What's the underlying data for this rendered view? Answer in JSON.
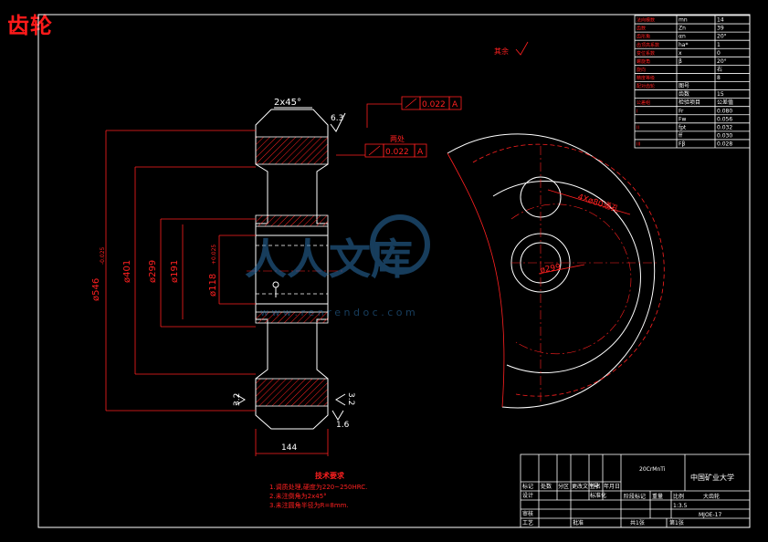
{
  "title": "齿轮",
  "dims": {
    "chamfer": "2x45°",
    "roughness_top": "6.3",
    "tol_top": "0.022",
    "datum": "A",
    "both_sides": "两处",
    "tol_mid": "0.022",
    "dia_546": "ø546",
    "dia_546_tol": "-0.025",
    "dia_401": "ø401",
    "dia_299": "ø299",
    "dia_191": "ø191",
    "dia_118": "ø118",
    "dia_118_tol": "+0.025",
    "width": "144",
    "rough_left": "3.2",
    "rough_right": "3.2",
    "rough_bottom": "1.6",
    "other": "其余",
    "holes": "4Xø80通孔",
    "pcd": "ø299"
  },
  "tech": {
    "heading": "技术要求",
    "lines": [
      "1.调质处理,硬度为220~250HRC.",
      "2.未注倒角为2x45°",
      "3.未注圆角半径为R=8mm."
    ]
  },
  "param_table": {
    "rows": [
      [
        "法向模数",
        "mn",
        "14"
      ],
      [
        "齿数",
        "Zn",
        "39"
      ],
      [
        "齿形角",
        "αn",
        "20°"
      ],
      [
        "齿顶高系数",
        "ha*",
        "1"
      ],
      [
        "变位系数",
        "x",
        "0"
      ],
      [
        "螺旋角",
        "β",
        "20°"
      ],
      [
        "旋向",
        "",
        "右"
      ],
      [
        "精度等级",
        "",
        "8"
      ],
      [
        "配对齿轮",
        "图号",
        ""
      ],
      [
        "",
        "齿数",
        "15"
      ],
      [
        "公差组",
        "检验项目",
        "公差值"
      ],
      [
        "I",
        "Fr",
        "0.080"
      ],
      [
        "",
        "Fw",
        "0.056"
      ],
      [
        "II",
        "fpt",
        "0.032"
      ],
      [
        "",
        "ff",
        "0.030"
      ],
      [
        "III",
        "Fβ",
        "0.028"
      ]
    ]
  },
  "title_block": {
    "material": "20CrMnTi",
    "university": "中国矿业大学",
    "part_name": "大齿轮",
    "drawing_no": "MJOE-17",
    "scale": "1:3.5",
    "labels": [
      "标记",
      "处数",
      "分区",
      "更改文件号",
      "签名",
      "年月日"
    ],
    "design": "设计",
    "std": "标准化",
    "stage": "阶段标记",
    "weight": "重量",
    "ratio": "比例",
    "review": "审核",
    "craft": "工艺",
    "approve": "批准",
    "sheets": "共1张",
    "sheet": "第1张"
  },
  "watermark": {
    "text": "人人文库",
    "url": "w w w . r e n r e n d o c . c o m"
  }
}
